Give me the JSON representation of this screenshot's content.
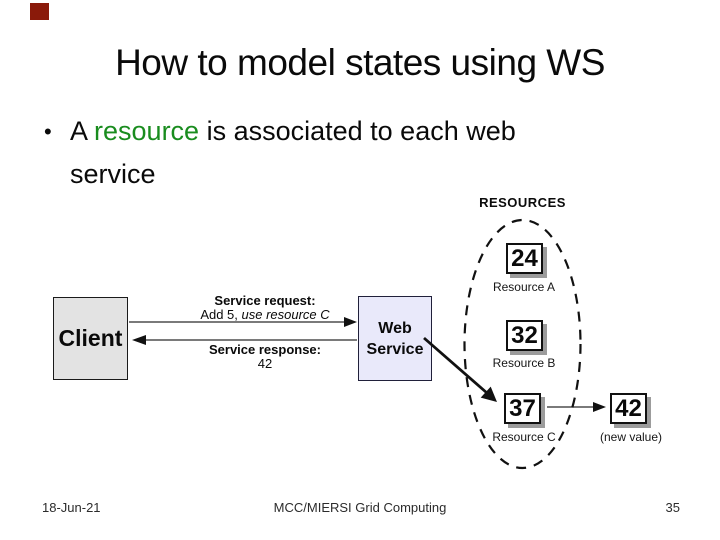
{
  "slide": {
    "title": "How to model states using WS",
    "bullet": {
      "marker": "•",
      "prefix": "A ",
      "highlight": "resource",
      "rest_line1": " is associated to each web",
      "line2": "service"
    },
    "footer": {
      "date": "18-Jun-21",
      "center": "MCC/MIERSI Grid Computing",
      "page_number": "35"
    }
  },
  "diagram": {
    "client_label": "Client",
    "service_label_line1": "Web",
    "service_label_line2": "Service",
    "request": {
      "line1": "Service request:",
      "line2_prefix": "Add 5, ",
      "line2_italic": "use resource C"
    },
    "response": {
      "line1": "Service response:",
      "line2": "42"
    },
    "resources_title": "RESOURCES",
    "resources": [
      {
        "value": "24",
        "label": "Resource A"
      },
      {
        "value": "32",
        "label": "Resource B"
      },
      {
        "value": "37",
        "label": "Resource C"
      }
    ],
    "new_value": {
      "value": "42",
      "label": "(new value)"
    }
  },
  "colors": {
    "highlight_green": "#198c1e",
    "accent_red": "#8a1a0a",
    "client_fill": "#e3e3e3",
    "service_fill": "#e9e9fa",
    "box_shadow_gray": "#9c9c9c"
  }
}
